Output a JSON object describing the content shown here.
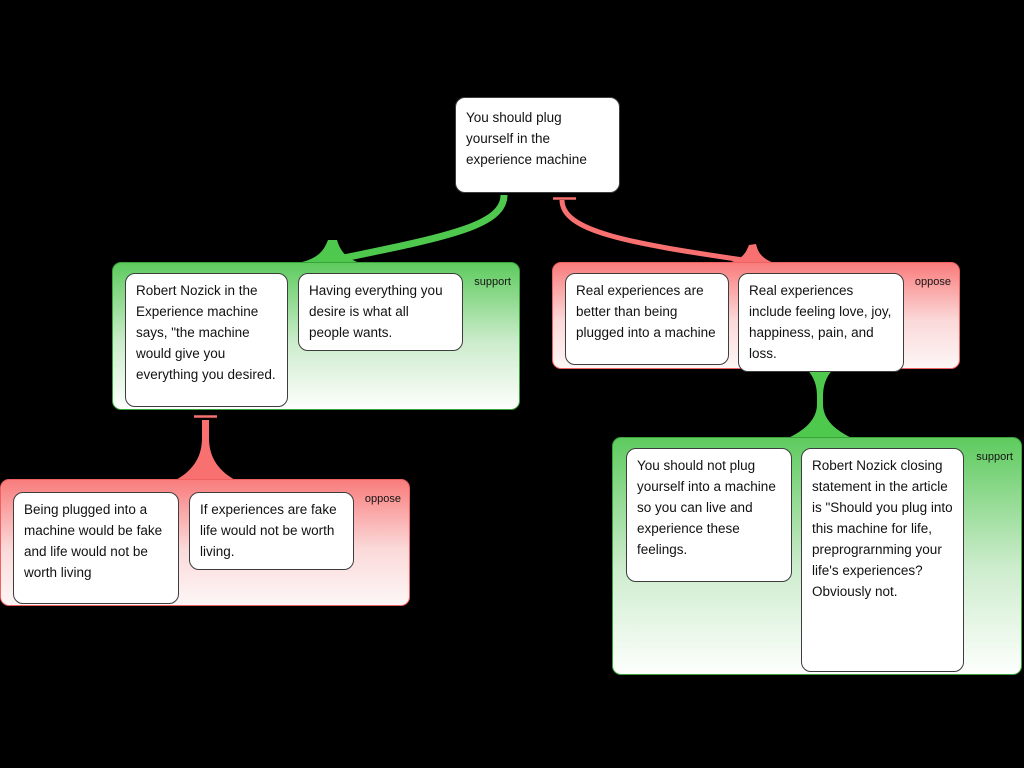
{
  "canvas": {
    "background": "#000000",
    "description": "argument map"
  },
  "colors": {
    "support": "#4ec94e",
    "oppose": "#f87070",
    "support_gradient_top": "#5ecb5e",
    "oppose_gradient_top": "#f97c7c",
    "box_background": "#ffffff",
    "box_border": "#3d3d3d",
    "text": "#111111"
  },
  "root": {
    "text": "You should plug yourself in the experience machine"
  },
  "groups": [
    {
      "id": "support-upper-left",
      "type": "support",
      "label": "support",
      "boxes": [
        "Robert Nozick in the Experience machine says, \"the machine would give you everything you desired.",
        "Having everything you desire is what all people wants."
      ]
    },
    {
      "id": "oppose-upper-right",
      "type": "oppose",
      "label": "oppose",
      "boxes": [
        "Real experiences are better than being plugged into a machine",
        "Real experiences include feeling love, joy, happiness, pain, and loss."
      ]
    },
    {
      "id": "oppose-lower-left",
      "type": "oppose",
      "label": "oppose",
      "boxes": [
        "Being plugged into a machine would be fake and life would not be worth living",
        "If experiences are fake life would not be worth living."
      ]
    },
    {
      "id": "support-lower-right",
      "type": "support",
      "label": "support",
      "boxes": [
        "You should not plug yourself into a machine so you can live and experience these feelings.",
        "Robert Nozick closing statement in the article is \"Should you plug into this machine for life, preprograrnming your life's experiences? Obviously not."
      ]
    }
  ]
}
